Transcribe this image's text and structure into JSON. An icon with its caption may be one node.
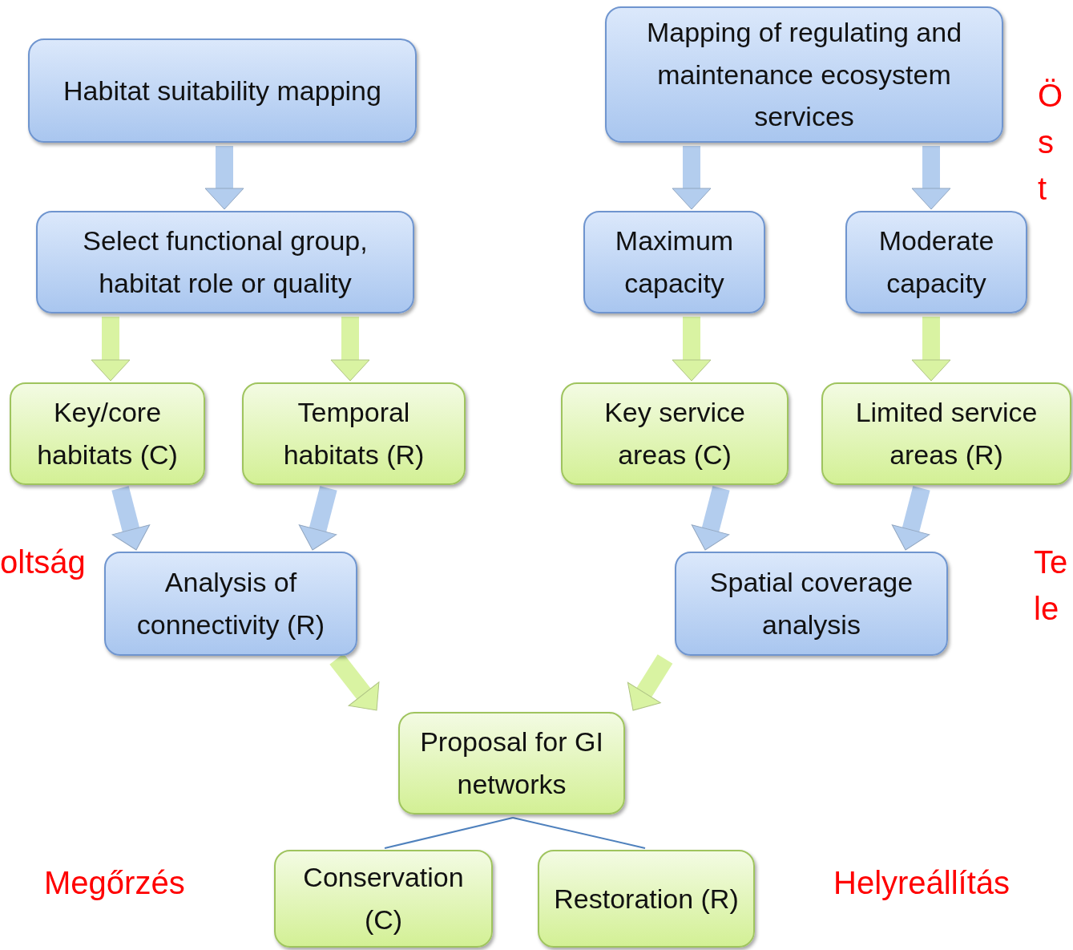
{
  "diagram": {
    "nodes": [
      {
        "text": [
          "Habitat suitability mapping"
        ]
      },
      {
        "text": [
          "Mapping of regulating and maintenance ecosystem services"
        ]
      },
      {
        "text": [
          "Select functional group, habitat role or quality"
        ]
      },
      {
        "text": [
          "Maximum capacity"
        ]
      },
      {
        "text": [
          "Moderate capacity"
        ]
      },
      {
        "text": [
          "Key/core habitats (C)"
        ]
      },
      {
        "text": [
          "Temporal habitats (R)"
        ]
      },
      {
        "text": [
          "Key service areas (C)"
        ]
      },
      {
        "text": [
          "Limited service areas (R)"
        ]
      },
      {
        "text": [
          "Analysis of connectivity (R)"
        ]
      },
      {
        "text": [
          "Spatial coverage analysis"
        ]
      },
      {
        "text": [
          "Proposal for GI networks"
        ]
      },
      {
        "text": [
          "Conservation (C)"
        ]
      },
      {
        "text": [
          "Restoration (R)"
        ]
      }
    ],
    "edges": [
      {
        "from": 0,
        "to": 2,
        "arrow": "to",
        "color": "#b3cdee"
      },
      {
        "from": 1,
        "to": 3,
        "arrow": "to",
        "color": "#b3cdee"
      },
      {
        "from": 1,
        "to": 4,
        "arrow": "to",
        "color": "#b3cdee"
      },
      {
        "from": 2,
        "to": 5,
        "arrow": "to",
        "color": "#d9f3a2"
      },
      {
        "from": 2,
        "to": 6,
        "arrow": "to",
        "color": "#d9f3a2"
      },
      {
        "from": 3,
        "to": 7,
        "arrow": "to",
        "color": "#d9f3a2"
      },
      {
        "from": 4,
        "to": 8,
        "arrow": "to",
        "color": "#d9f3a2"
      },
      {
        "from": 5,
        "to": 9,
        "arrow": "to",
        "color": "#b3cdee"
      },
      {
        "from": 6,
        "to": 9,
        "arrow": "to",
        "color": "#b3cdee"
      },
      {
        "from": 7,
        "to": 10,
        "arrow": "to",
        "color": "#b3cdee"
      },
      {
        "from": 8,
        "to": 10,
        "arrow": "to",
        "color": "#b3cdee"
      },
      {
        "from": 9,
        "to": 11,
        "arrow": "to",
        "color": "#d9f3a2"
      },
      {
        "from": 10,
        "to": 11,
        "arrow": "to",
        "color": "#d9f3a2"
      },
      {
        "from": 11,
        "to": 12,
        "arrow": "none",
        "color": "#4f81bd"
      },
      {
        "from": 11,
        "to": 13,
        "arrow": "none",
        "color": "#4f81bd"
      }
    ],
    "labels": [
      "Ö s t",
      "oltság",
      "Te le",
      "Megőrzés",
      "Helyreállítás"
    ]
  }
}
